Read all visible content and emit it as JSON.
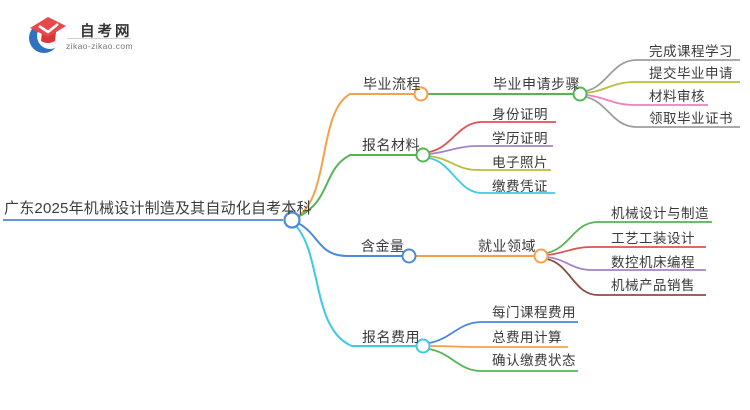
{
  "logo": {
    "site_name": "自考网",
    "site_domain": "zikao-zikao.com"
  },
  "mindmap": {
    "root": "广东2025年机械设计制造及其自动化自考本科",
    "root_color": "#4a89dc",
    "branches": [
      {
        "label": "毕业流程",
        "color": "#f5a04b",
        "child": {
          "label": "毕业申请步骤",
          "color": "#55b555",
          "leaves": [
            {
              "label": "完成课程学习",
              "color": "#9e9e9e"
            },
            {
              "label": "提交毕业申请",
              "color": "#bcbe3c"
            },
            {
              "label": "材料审核",
              "color": "#f07fc4"
            },
            {
              "label": "领取毕业证书",
              "color": "#9e9e9e"
            }
          ]
        }
      },
      {
        "label": "报名材料",
        "color": "#55b555",
        "leaves": [
          {
            "label": "身份证明",
            "color": "#e05252"
          },
          {
            "label": "学历证明",
            "color": "#a583c9"
          },
          {
            "label": "电子照片",
            "color": "#bcbe3c"
          },
          {
            "label": "缴费凭证",
            "color": "#3ec9e6"
          }
        ]
      },
      {
        "label": "含金量",
        "color": "#4a89dc",
        "child": {
          "label": "就业领域",
          "color": "#f5a04b",
          "leaves": [
            {
              "label": "机械设计与制造",
              "color": "#55b555"
            },
            {
              "label": "工艺工装设计",
              "color": "#e05252"
            },
            {
              "label": "数控机床编程",
              "color": "#a583c9"
            },
            {
              "label": "机械产品销售",
              "color": "#8c4f44"
            }
          ]
        }
      },
      {
        "label": "报名费用",
        "color": "#3ec9e6",
        "leaves": [
          {
            "label": "每门课程费用",
            "color": "#4a89dc"
          },
          {
            "label": "总费用计算",
            "color": "#f5a04b"
          },
          {
            "label": "确认缴费状态",
            "color": "#55b555"
          }
        ]
      }
    ]
  }
}
